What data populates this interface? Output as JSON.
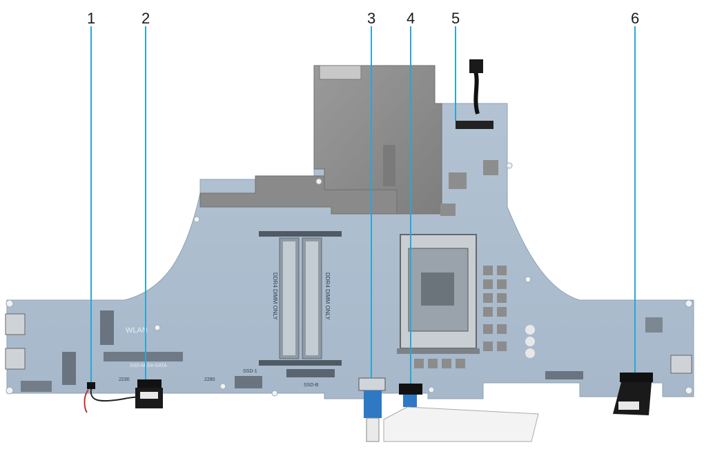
{
  "callouts": [
    {
      "number": "1"
    },
    {
      "number": "2"
    },
    {
      "number": "3"
    },
    {
      "number": "4"
    },
    {
      "number": "5"
    },
    {
      "number": "6"
    }
  ],
  "board_labels": {
    "wlan": "WLAN",
    "dimm_left": "DDR4 DIMM ONLY",
    "dimm_right": "DDR4 DIMM ONLY",
    "ssd_top": "SSD-M.2/e-SATA",
    "ssd_bottom": "SSD-1",
    "ssd_b": "SSD-B",
    "size_2230": "2230",
    "size_2280": "2280"
  },
  "colors": {
    "board": "#aebfd0",
    "shield": "#8f8f8f",
    "leader": "#2aa6d6",
    "connector": "#111111",
    "cable_blue": "#2f78c4"
  }
}
